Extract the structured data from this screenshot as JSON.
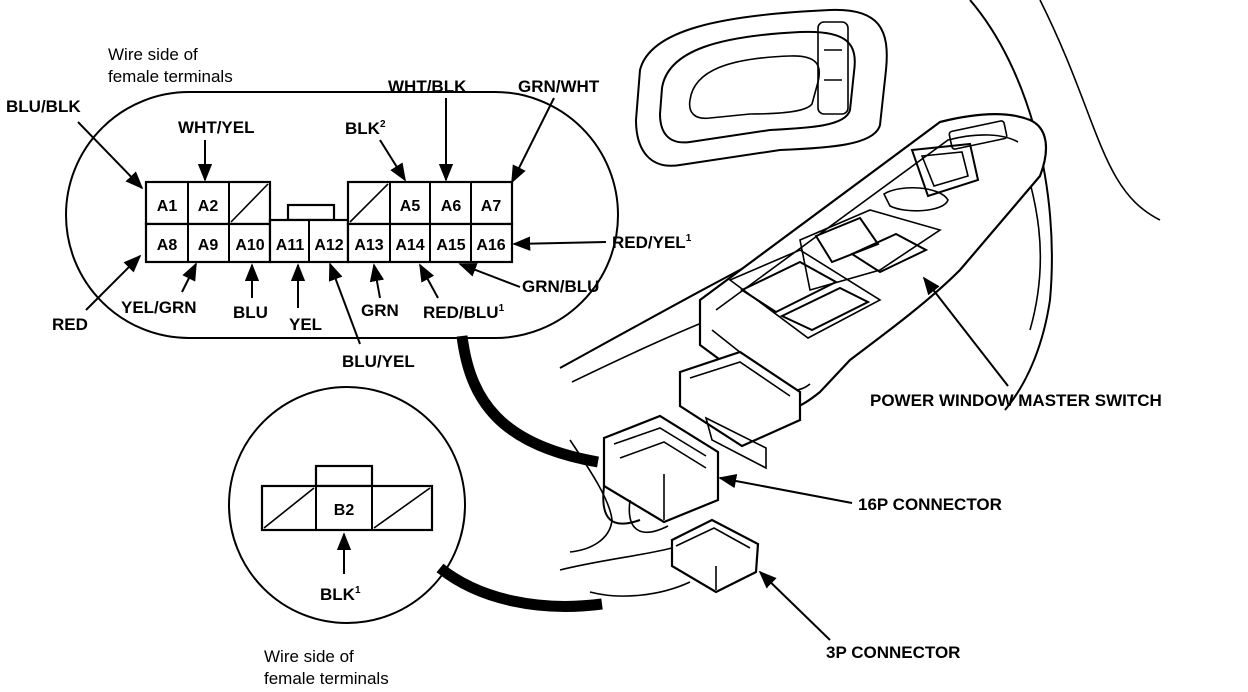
{
  "connector_16p": {
    "caption_line1": "Wire side of",
    "caption_line2": "female terminals",
    "pins": {
      "A1": "A1",
      "A2": "A2",
      "A5": "A5",
      "A6": "A6",
      "A7": "A7",
      "A8": "A8",
      "A9": "A9",
      "A10": "A10",
      "A11": "A11",
      "A12": "A12",
      "A13": "A13",
      "A14": "A14",
      "A15": "A15",
      "A16": "A16"
    },
    "wires": {
      "blu_blk": "BLU/BLK",
      "wht_yel": "WHT/YEL",
      "blk": "BLK",
      "blk_sup": "2",
      "wht_blk": "WHT/BLK",
      "grn_wht": "GRN/WHT",
      "red_yel": "RED/YEL",
      "red_yel_sup": "1",
      "grn_blu": "GRN/BLU",
      "red_blu": "RED/BLU",
      "red_blu_sup": "1",
      "grn": "GRN",
      "blu_yel": "BLU/YEL",
      "yel": "YEL",
      "blu": "BLU",
      "yel_grn": "YEL/GRN",
      "red": "RED"
    }
  },
  "connector_3p": {
    "pin": "B2",
    "wire": "BLK",
    "wire_sup": "1",
    "caption_line1": "Wire side of",
    "caption_line2": "female terminals"
  },
  "callouts": {
    "master_switch": "POWER WINDOW MASTER SWITCH",
    "connector_16p": "16P CONNECTOR",
    "connector_3p": "3P CONNECTOR"
  }
}
